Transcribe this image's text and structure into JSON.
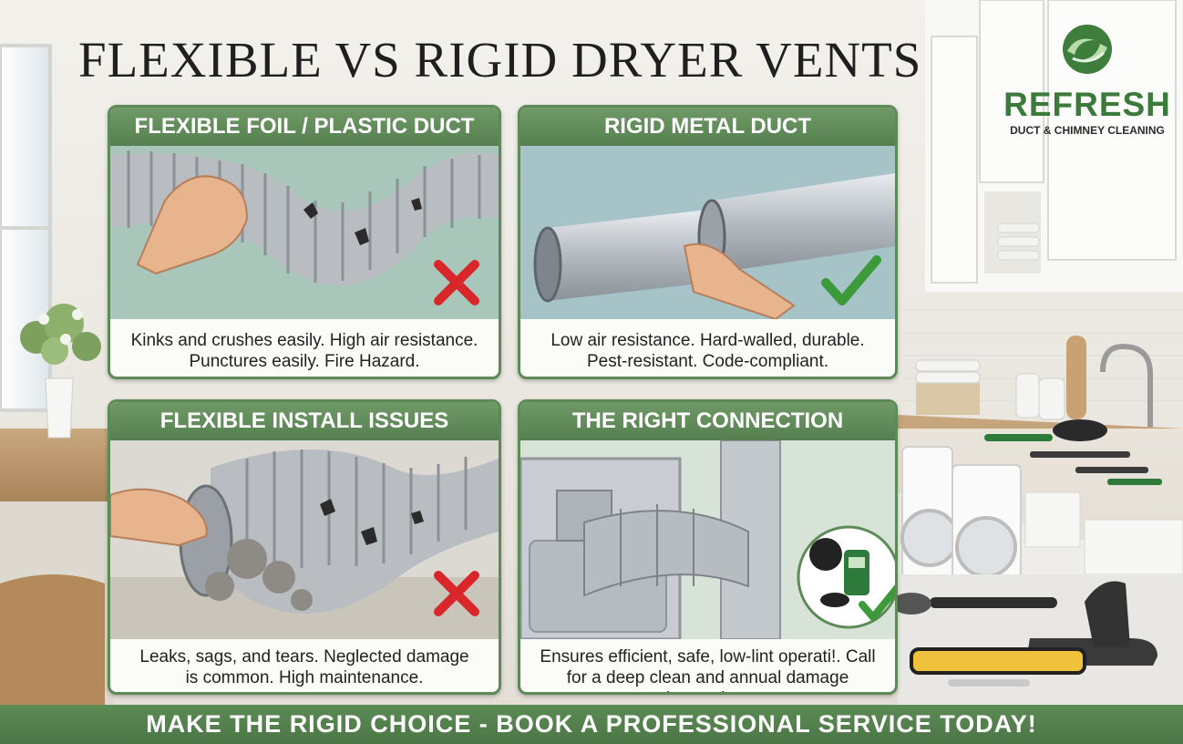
{
  "title": "FLEXIBLE VS RIGID DRYER VENTS",
  "logo": {
    "name": "REFRESH",
    "tagline": "DUCT & CHIMNEY CLEANING"
  },
  "panels": [
    {
      "heading": "FLEXIBLE FOIL / PLASTIC DUCT",
      "line1": "Kinks and crushes easily. High air resistance.",
      "line2": "Punctures easily. Fire Hazard.",
      "verdict": "cross-icon"
    },
    {
      "heading": "RIGID METAL DUCT",
      "line1": "Low air resistance. Hard-walled, durable.",
      "line2": "Pest-resistant. Code-compliant.",
      "verdict": "check-icon"
    },
    {
      "heading": "FLEXIBLE INSTALL ISSUES",
      "line1": "Leaks, sags, and tears. Neglected damage",
      "line2": "is common. High maintenance.",
      "verdict": "cross-icon"
    },
    {
      "heading": "THE RIGHT CONNECTION",
      "line1": "Ensures efficient, safe, low-lint operati!. Call",
      "line2": "for a deep clean and annual damage inspection.",
      "verdict": "check-icon"
    }
  ],
  "banner": "MAKE THE RIGID CHOICE - BOOK A PROFESSIONAL SERVICE TODAY!",
  "colors": {
    "accent_green": "#5e8a58",
    "cross": "#d8262a",
    "check": "#3c9a3a"
  }
}
